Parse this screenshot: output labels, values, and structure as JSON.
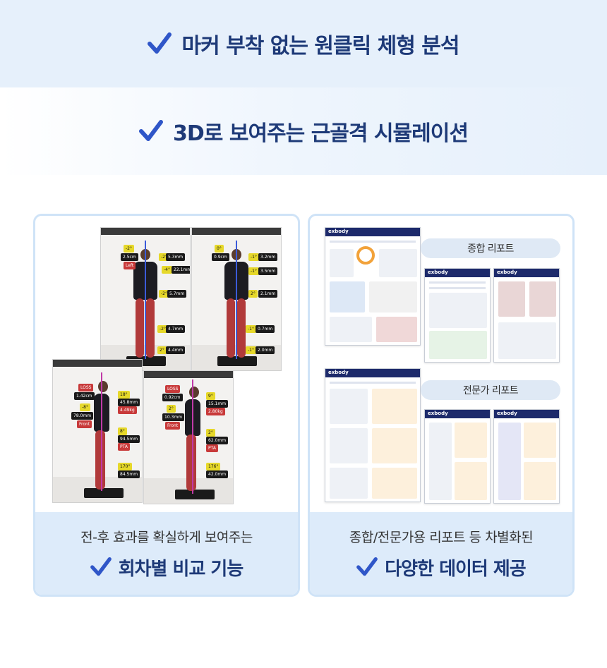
{
  "banners": [
    {
      "text": "마커 부착 없는 원클릭 체형 분석"
    },
    {
      "text": "3D로 보여주는 근골격 시뮬레이션"
    }
  ],
  "cards": [
    {
      "subtitle": "전-후 효과를 확실하게 보여주는",
      "title": "회차별 비교 기능"
    },
    {
      "subtitle": "종합/전문가용 리포트 등 차별화된",
      "title": "다양한 데이터 제공"
    }
  ],
  "reports": {
    "summary_label": "종합 리포트",
    "expert_label": "전문가 리포트",
    "logo": "exbody"
  },
  "scans": {
    "front_1": {
      "tags": [
        "-2°",
        "2.5cm",
        "Left",
        "-2°",
        "5.3mm",
        "-4°",
        "22.1mm",
        "-2°",
        "5.7mm",
        "-2°",
        "4.7mm",
        "2°",
        "4.4mm"
      ]
    },
    "front_2": {
      "tags": [
        "0°",
        "0.9cm",
        "-1°",
        "3.2mm",
        "-1°",
        "3.5mm",
        "2°",
        "2.1mm",
        "-1°",
        "0.7mm",
        "-1°",
        "2.0mm"
      ]
    },
    "side_1": {
      "tags": [
        "LOSS",
        "1.42cm",
        "18°",
        "45.8mm",
        "4.49kg",
        "-8°",
        "78.0mm",
        "Front",
        "8°",
        "94.5mm",
        "PTA",
        "170°",
        "84.5mm"
      ]
    },
    "side_2": {
      "tags": [
        "LOSS",
        "0.92cm",
        "9°",
        "15.1mm",
        "2.80kg",
        "2°",
        "10.3mm",
        "Front",
        "2°",
        "62.0mm",
        "PTA",
        "176°",
        "42.0mm"
      ]
    }
  },
  "colors": {
    "accent": "#1e3a78",
    "check": "#2f56c8",
    "panel": "#ddebfa"
  }
}
